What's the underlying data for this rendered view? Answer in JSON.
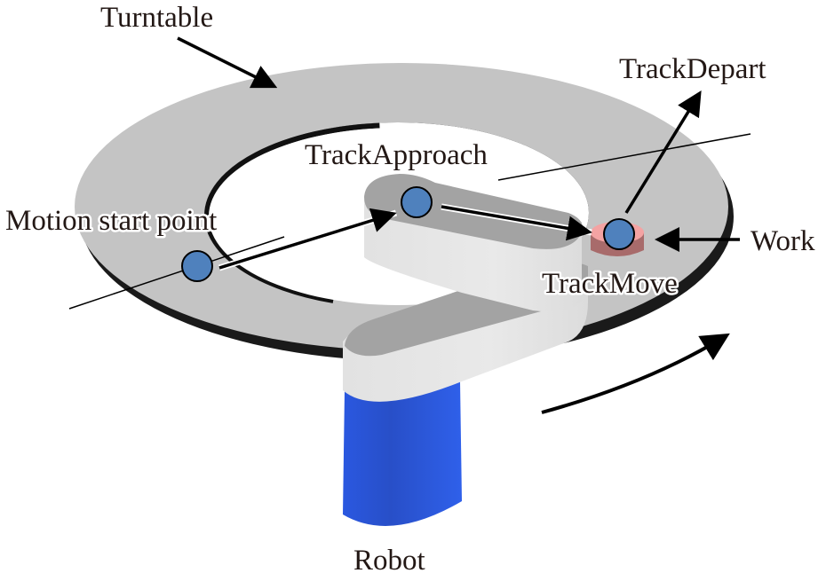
{
  "diagram": {
    "title": "Turntable tracking motion",
    "labels": {
      "turntable": "Turntable",
      "track_depart": "TrackDepart",
      "track_approach": "TrackApproach",
      "motion_start_point": "Motion start point",
      "work": "Work",
      "track_move": "TrackMove",
      "robot": "Robot"
    },
    "colors": {
      "turntable_top": "#c4c4c4",
      "turntable_edge": "#1a1a1a",
      "arm_top": "#a3a3a3",
      "arm_side": "#e8e8e8",
      "robot_base": "#2b55d8",
      "point_fill": "#4f81bd",
      "work_top": "#f4a3a3",
      "work_side": "#a86b6b"
    },
    "points": [
      "Motion start point",
      "TrackApproach",
      "TrackMove",
      "TrackDepart"
    ],
    "rotation_direction": "counter-clockwise (viewed from above)"
  }
}
